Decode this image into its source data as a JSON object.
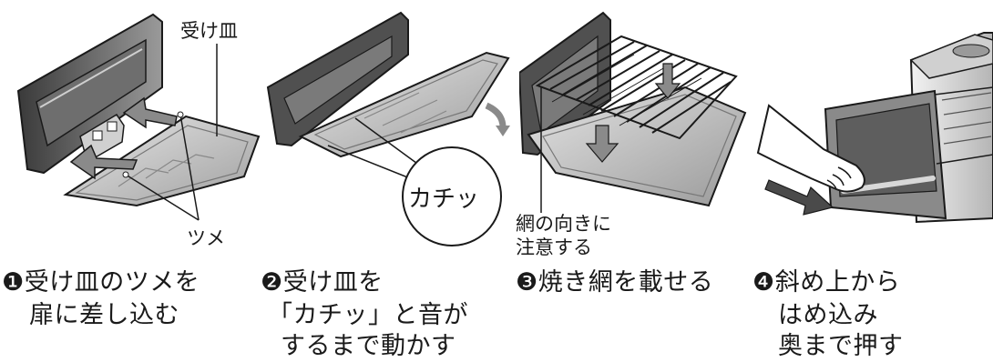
{
  "steps": [
    {
      "label_tray": "受け皿",
      "label_claws": "ツメ",
      "caption_lines": [
        "❶受け皿のツメを",
        "扉に差し込む"
      ]
    },
    {
      "sound": "カチッ",
      "caption_lines": [
        "❷受け皿を",
        "「カチッ」と音が",
        "するまで動かす"
      ]
    },
    {
      "note_lines": [
        "網の向きに",
        "注意する"
      ],
      "caption_lines": [
        "❸焼き網を載せる"
      ]
    },
    {
      "caption_lines": [
        "❹斜め上から",
        "はめ込み",
        "奥まで押す"
      ]
    }
  ],
  "colors": {
    "line": "#1a1a1a",
    "metal_light": "#d9d9d9",
    "metal_mid": "#a6a6a6",
    "metal_dark": "#555555",
    "glass": "#6e6e6e",
    "hand": "#ffffff"
  }
}
